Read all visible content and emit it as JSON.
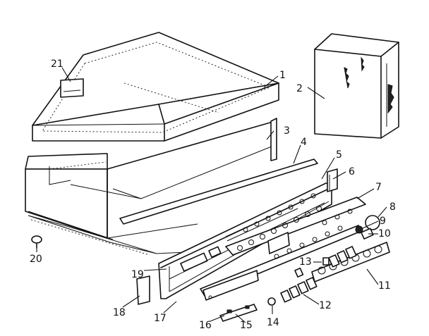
{
  "diagram": {
    "callouts": [
      {
        "id": "21",
        "text": "21"
      },
      {
        "id": "1",
        "text": "1"
      },
      {
        "id": "2",
        "text": "2"
      },
      {
        "id": "3",
        "text": "3"
      },
      {
        "id": "4",
        "text": "4"
      },
      {
        "id": "5",
        "text": "5"
      },
      {
        "id": "6",
        "text": "6"
      },
      {
        "id": "7",
        "text": "7"
      },
      {
        "id": "8",
        "text": "8"
      },
      {
        "id": "9",
        "text": "9"
      },
      {
        "id": "10",
        "text": "10"
      },
      {
        "id": "11",
        "text": "11"
      },
      {
        "id": "12",
        "text": "12"
      },
      {
        "id": "13",
        "text": "13"
      },
      {
        "id": "14",
        "text": "14"
      },
      {
        "id": "15",
        "text": "15"
      },
      {
        "id": "16",
        "text": "16"
      },
      {
        "id": "17",
        "text": "17"
      },
      {
        "id": "18",
        "text": "18"
      },
      {
        "id": "19",
        "text": "19"
      },
      {
        "id": "20",
        "text": "20"
      }
    ]
  }
}
